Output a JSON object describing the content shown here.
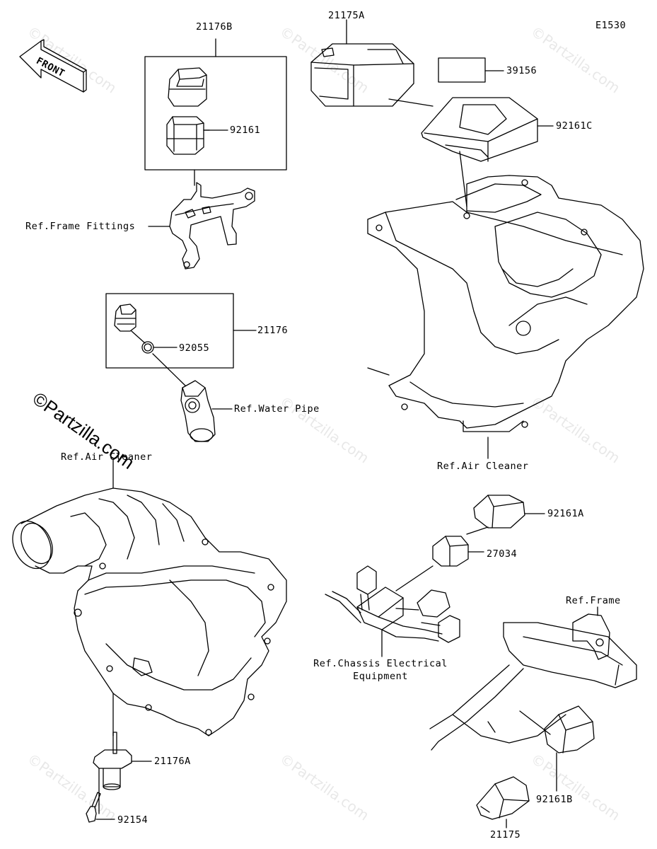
{
  "diagram": {
    "code": "E1530",
    "front_arrow": "FRONT",
    "watermark": "©Partzilla.com",
    "parts": {
      "p21176B": "21176B",
      "p92161": "92161",
      "p21176": "21176",
      "p92055": "92055",
      "p21175A": "21175A",
      "p39156": "39156",
      "p92161C": "92161C",
      "p92161A": "92161A",
      "p27034": "27034",
      "p21176A": "21176A",
      "p92154": "92154",
      "p92161B": "92161B",
      "p21175": "21175"
    },
    "refs": {
      "frame_fittings": "Ref.Frame Fittings",
      "water_pipe": "Ref.Water Pipe",
      "air_cleaner_left": "Ref.Air Cleaner",
      "air_cleaner_right": "Ref.Air Cleaner",
      "chassis_1": "Ref.Chassis Electrical",
      "chassis_2": "Equipment",
      "frame": "Ref.Frame"
    }
  }
}
